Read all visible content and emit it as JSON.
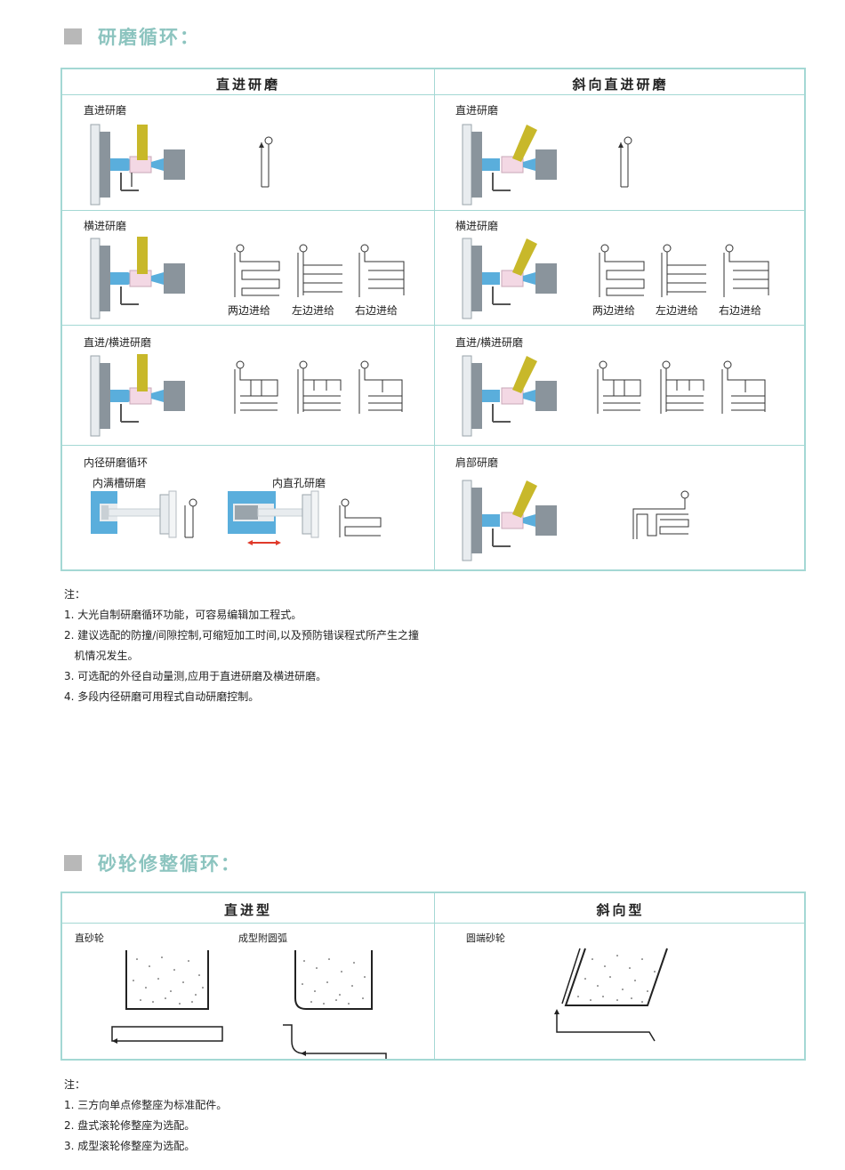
{
  "section1": {
    "title": "研磨循环：",
    "col_left": "直进研磨",
    "col_right": "斜向直进研磨",
    "rows": [
      {
        "left": "直进研磨",
        "right": "直进研磨"
      },
      {
        "left": "横进研磨",
        "right": "横进研磨"
      },
      {
        "left": "直进/横进研磨",
        "right": "直进/横进研磨"
      },
      {
        "left": "内径研磨循环",
        "right": "肩部研磨"
      }
    ],
    "feed_captions": [
      "两边进给",
      "左边进给",
      "右边进给"
    ],
    "inner_sub": [
      "内满槽研磨",
      "内直孔研磨"
    ],
    "notes": [
      "注：",
      "1. 大光自制研磨循环功能，可容易编辑加工程式。",
      "2. 建议选配的防撞/间隙控制,可缩短加工时间,以及预防错误程式所产生之撞",
      "   机情况发生。",
      "3. 可选配的外径自动量测,应用于直进研磨及横进研磨。",
      "4. 多段内径研磨可用程式自动研磨控制。"
    ]
  },
  "section2": {
    "title": "砂轮修整循环：",
    "col_left": "直进型",
    "col_right": "斜向型",
    "labels": [
      "直砂轮",
      "成型附圆弧",
      "圆端砂轮"
    ],
    "notes": [
      "注：",
      "1. 三方向单点修整座为标准配件。",
      "2. 盘式滚轮修整座为选配。",
      "3. 成型滚轮修整座为选配。"
    ]
  },
  "colors": {
    "accent": "#8cc4bf",
    "border": "#a4d8d4",
    "wheel": "#c8b82a",
    "chuck_blue": "#5aaedc",
    "work_pink": "#f3d8e4",
    "machine_gray": "#8a949c"
  }
}
